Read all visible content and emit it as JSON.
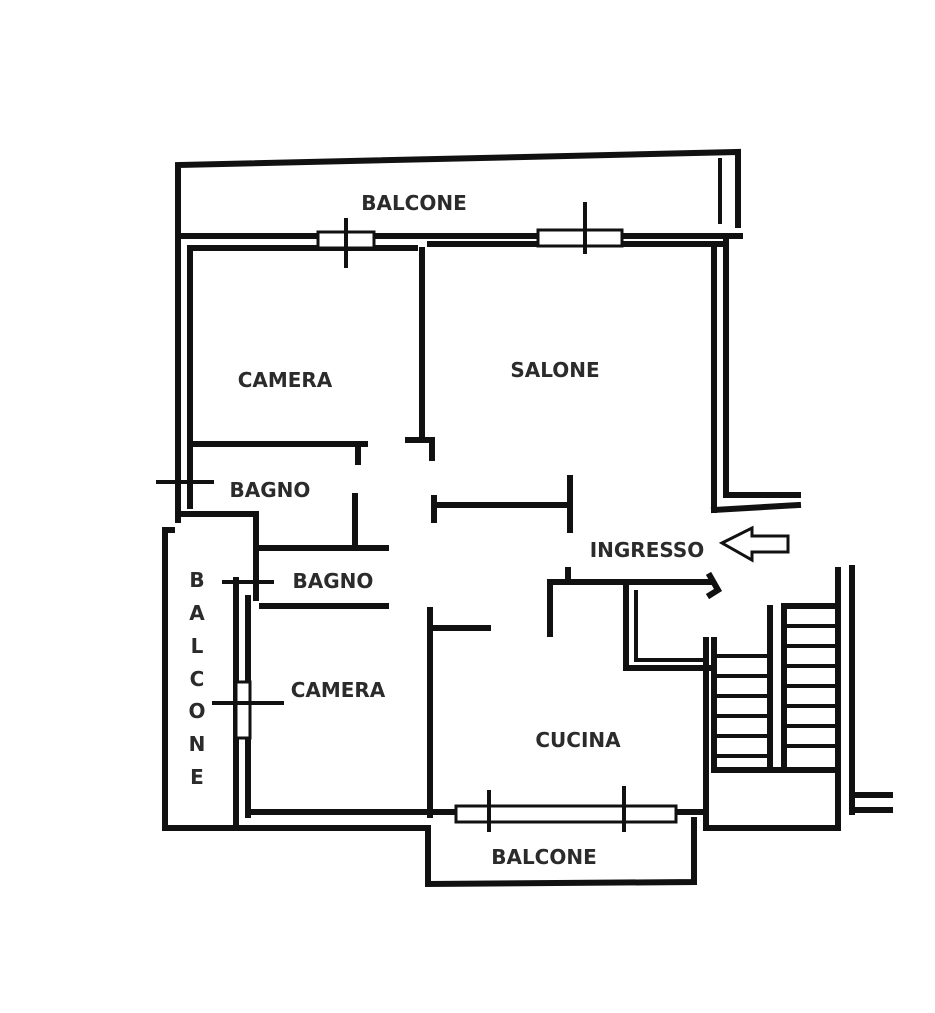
{
  "rooms": {
    "balcone_top": "BALCONE",
    "camera_1": "CAMERA",
    "salone": "SALONE",
    "bagno_1": "BAGNO",
    "bagno_2": "BAGNO",
    "ingresso": "INGRESSO",
    "camera_2": "CAMERA",
    "cucina": "CUCINA",
    "balcone_bottom": "BALCONE",
    "balcone_left_letters": [
      "B",
      "A",
      "L",
      "C",
      "O",
      "N",
      "E"
    ]
  },
  "icons": {
    "entrance_arrow": "arrow-left-icon"
  },
  "colors": {
    "walls": "#111111",
    "text": "#2b2b2b",
    "background": "#ffffff"
  }
}
